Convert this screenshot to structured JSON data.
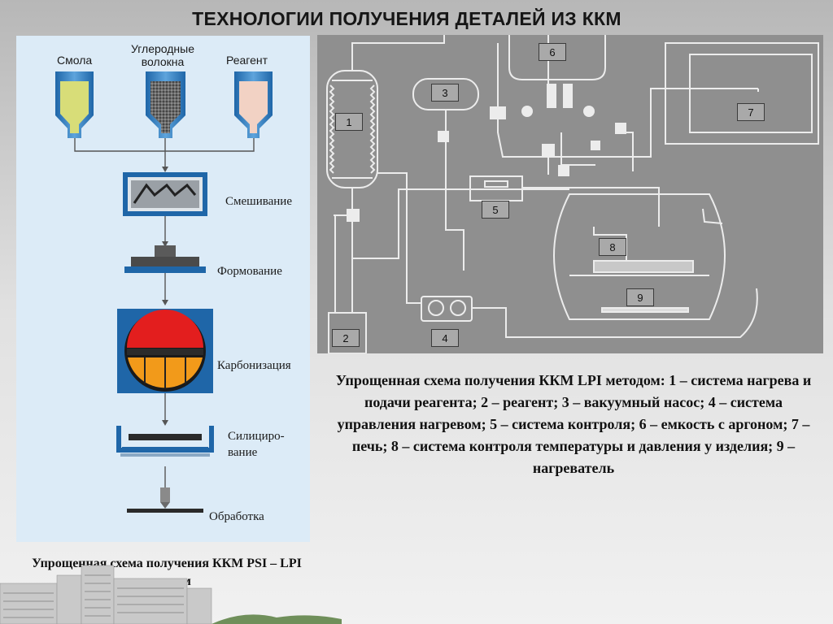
{
  "title": "ТЕХНОЛОГИИ  ПОЛУЧЕНИЯ ДЕТАЛЕЙ ИЗ ККМ",
  "left_diagram": {
    "inputs": [
      "Смола",
      "Углеродные волокна",
      "Реагент"
    ],
    "stages": [
      "Смешивание",
      "Формование",
      "Карбонизация",
      "Силициро-вание",
      "Обработка"
    ]
  },
  "left_caption": "Упрощенная схема получения ККМ PSI – LPI методом",
  "right_diagram": {
    "labels": [
      "1",
      "2",
      "3",
      "4",
      "5",
      "6",
      "7",
      "8",
      "9"
    ]
  },
  "right_caption": "Упрощенная схема получения ККМ LPI методом: 1 – система нагрева и подачи реагента; 2 – реагент; 3 – вакуумный насос; 4 – система управления нагревом; 5 – система контроля; 6 – емкость с аргоном; 7 – печь; 8 – система контроля температуры и давления у изделия; 9 – нагреватель"
}
